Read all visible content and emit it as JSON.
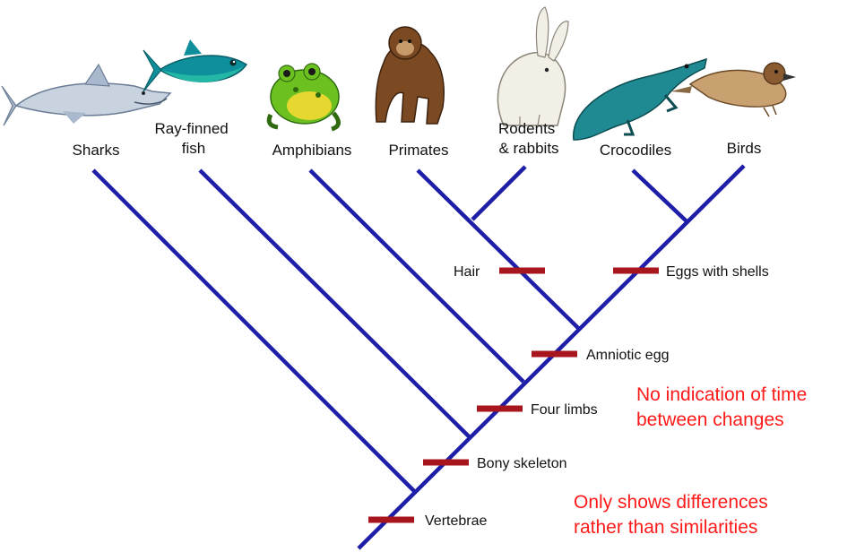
{
  "taxa": [
    {
      "lines": [
        "Sharks"
      ],
      "icon": "shark-icon"
    },
    {
      "lines": [
        "Ray-finned",
        "fish"
      ],
      "icon": "tuna-fish-icon"
    },
    {
      "lines": [
        "Amphibians"
      ],
      "icon": "frog-icon"
    },
    {
      "lines": [
        "Primates"
      ],
      "icon": "ape-icon"
    },
    {
      "lines": [
        "Rodents",
        "& rabbits"
      ],
      "icon": "rabbit-icon"
    },
    {
      "lines": [
        "Crocodiles"
      ],
      "icon": "crocodile-icon"
    },
    {
      "lines": [
        "Birds"
      ],
      "icon": "sparrow-icon"
    }
  ],
  "traits": [
    {
      "label": "Vertebrae"
    },
    {
      "label": "Bony skeleton"
    },
    {
      "label": "Four limbs"
    },
    {
      "label": "Amniotic egg"
    },
    {
      "label": "Hair"
    },
    {
      "label": "Eggs with shells"
    }
  ],
  "notes": [
    {
      "lines": [
        "No indication of time",
        "between changes"
      ]
    },
    {
      "lines": [
        "Only shows differences",
        "rather than similarities"
      ]
    }
  ],
  "colors": {
    "branch": "#1e1ea8",
    "trait_marker": "#a8161d",
    "note_text": "#ff1a1a"
  }
}
